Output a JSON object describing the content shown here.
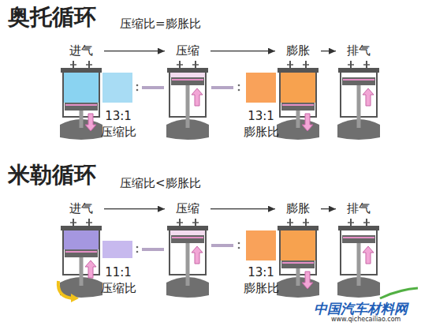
{
  "diagram": {
    "nodes": [
      {
        "text": [
          "进气"
        ]
      },
      {
        "text": [
          "压缩"
        ]
      },
      {
        "text": [
          "膨胀"
        ]
      },
      {
        "text": [
          "排气"
        ]
      },
      {
        "text": [
          "进气"
        ]
      },
      {
        "text": [
          "压缩"
        ]
      },
      {
        "text": [
          "膨胀"
        ]
      },
      {
        "text": [
          "排气"
        ]
      }
    ],
    "edges": [
      {
        "from": 0,
        "to": 1,
        "arrow": "to"
      },
      {
        "from": 1,
        "to": 2,
        "arrow": "to"
      },
      {
        "from": 2,
        "to": 3,
        "arrow": "to"
      },
      {
        "from": 4,
        "to": 5,
        "arrow": "to"
      },
      {
        "from": 5,
        "to": 6,
        "arrow": "to"
      },
      {
        "from": 6,
        "to": 7,
        "arrow": "to"
      }
    ],
    "labels": [
      "奥托循环",
      "压缩比=膨胀比",
      "13:1",
      "压缩比",
      "13:1",
      "膨胀比",
      "米勒循环",
      "压缩比<膨胀比",
      "11:1",
      "压缩比",
      "13:1",
      "膨胀比",
      "中国汽车材料网",
      "www.qichecailiao.com"
    ]
  }
}
